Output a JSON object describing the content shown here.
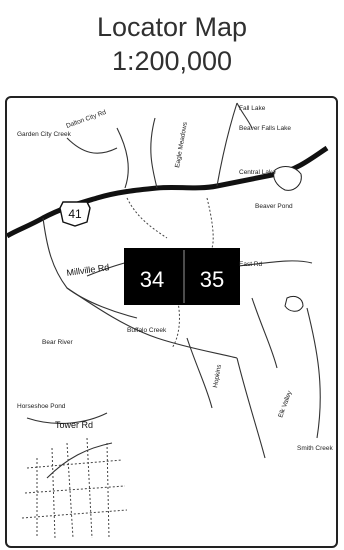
{
  "title": {
    "line1": "Locator Map",
    "line2": "1:200,000"
  },
  "grid": {
    "sections": [
      "34",
      "35"
    ]
  },
  "highway": {
    "shield": "41",
    "road_label": "Millville Rd"
  },
  "labels": {
    "garden_city": "Garden City Creek",
    "dalton": "Dalton City Rd",
    "fall_lake": "Fall Lake",
    "beaver_falls": "Beaver Falls Lake",
    "central_lake": "Central Lake",
    "beaver_pond": "Beaver Pond",
    "eagle": "Eagle Meadows",
    "buffalo": "Buffalo Creek",
    "bear_river": "Bear River",
    "hopkins": "Hopkins",
    "elk_valley": "Elk Valley",
    "smith_creek": "Smith Creek",
    "horseshoe": "Horseshoe Pond",
    "tower_rd": "Tower Rd",
    "east_rd": "East Rd"
  },
  "colors": {
    "ink": "#111111",
    "grid_fill": "#000000",
    "grid_text": "#ffffff"
  }
}
